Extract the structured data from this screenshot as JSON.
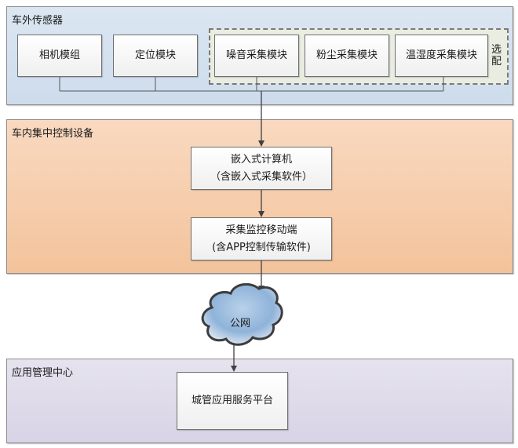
{
  "sections": {
    "sensors": {
      "label": "车外传感器"
    },
    "control": {
      "label": "车内集中控制设备"
    },
    "center": {
      "label": "应用管理中心"
    }
  },
  "sensor_modules": [
    {
      "label": "相机模组"
    },
    {
      "label": "定位模块"
    },
    {
      "label": "噪音采集模块"
    },
    {
      "label": "粉尘采集模块"
    },
    {
      "label": "温湿度采集模块"
    }
  ],
  "optional_group": {
    "label": "选配"
  },
  "control_devices": {
    "computer": {
      "line1": "嵌入式计算机",
      "line2": "（含嵌入式采集软件）"
    },
    "mobile": {
      "line1": "采集监控移动端",
      "line2": "(含APP控制传输软件)"
    }
  },
  "network": {
    "label": "公网"
  },
  "platform": {
    "label": "城管应用服务平台"
  }
}
